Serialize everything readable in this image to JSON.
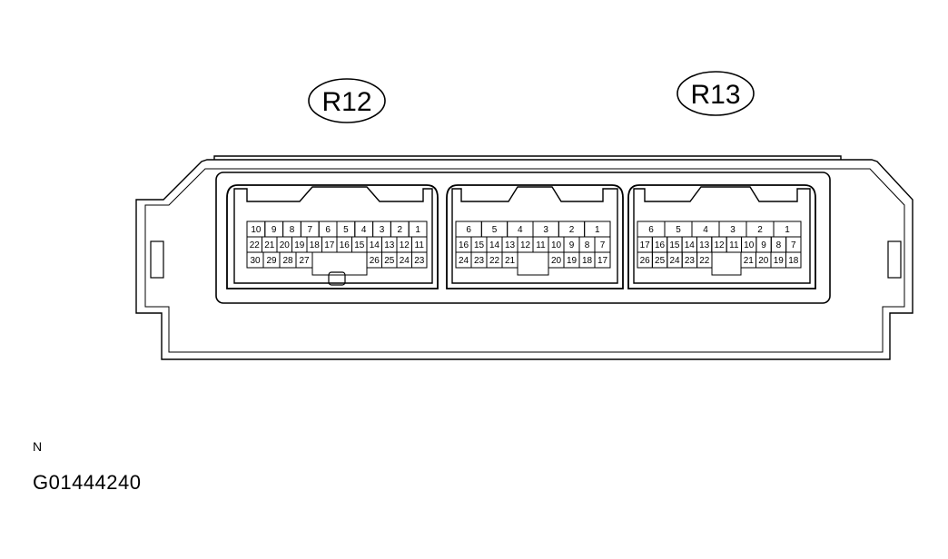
{
  "callouts": {
    "left": "R12",
    "right": "R13"
  },
  "footer": {
    "note": "N",
    "code": "G01444240"
  },
  "connectors": [
    {
      "id": "R12",
      "row1": [
        "10",
        "9",
        "8",
        "7",
        "6",
        "5",
        "4",
        "3",
        "2",
        "1"
      ],
      "row2": [
        "22",
        "21",
        "20",
        "19",
        "18",
        "17",
        "16",
        "15",
        "14",
        "13",
        "12",
        "11"
      ],
      "row3_left": [
        "30",
        "29",
        "28",
        "27"
      ],
      "row3_right": [
        "26",
        "25",
        "24",
        "23"
      ]
    },
    {
      "id": "R12b",
      "row1": [
        "6",
        "5",
        "4",
        "3",
        "2",
        "1"
      ],
      "row2": [
        "16",
        "15",
        "14",
        "13",
        "12",
        "11",
        "10",
        "9",
        "8",
        "7"
      ],
      "row3_left": [
        "24",
        "23",
        "22",
        "21"
      ],
      "row3_right": [
        "20",
        "19",
        "18",
        "17"
      ]
    },
    {
      "id": "R13",
      "row1": [
        "6",
        "5",
        "4",
        "3",
        "2",
        "1"
      ],
      "row2": [
        "17",
        "16",
        "15",
        "14",
        "13",
        "12",
        "11",
        "10",
        "9",
        "8",
        "7"
      ],
      "row3_left": [
        "26",
        "25",
        "24",
        "23",
        "22"
      ],
      "row3_right": [
        "21",
        "20",
        "19",
        "18"
      ]
    }
  ]
}
